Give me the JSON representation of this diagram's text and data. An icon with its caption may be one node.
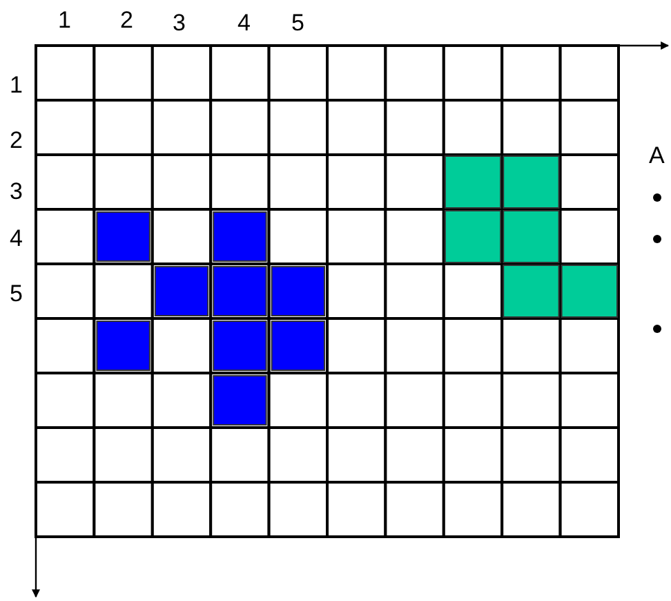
{
  "diagram": {
    "labels": [
      "1",
      "2",
      "3",
      "4",
      "5",
      "1",
      "2",
      "3",
      "4",
      "5",
      "A"
    ]
  }
}
